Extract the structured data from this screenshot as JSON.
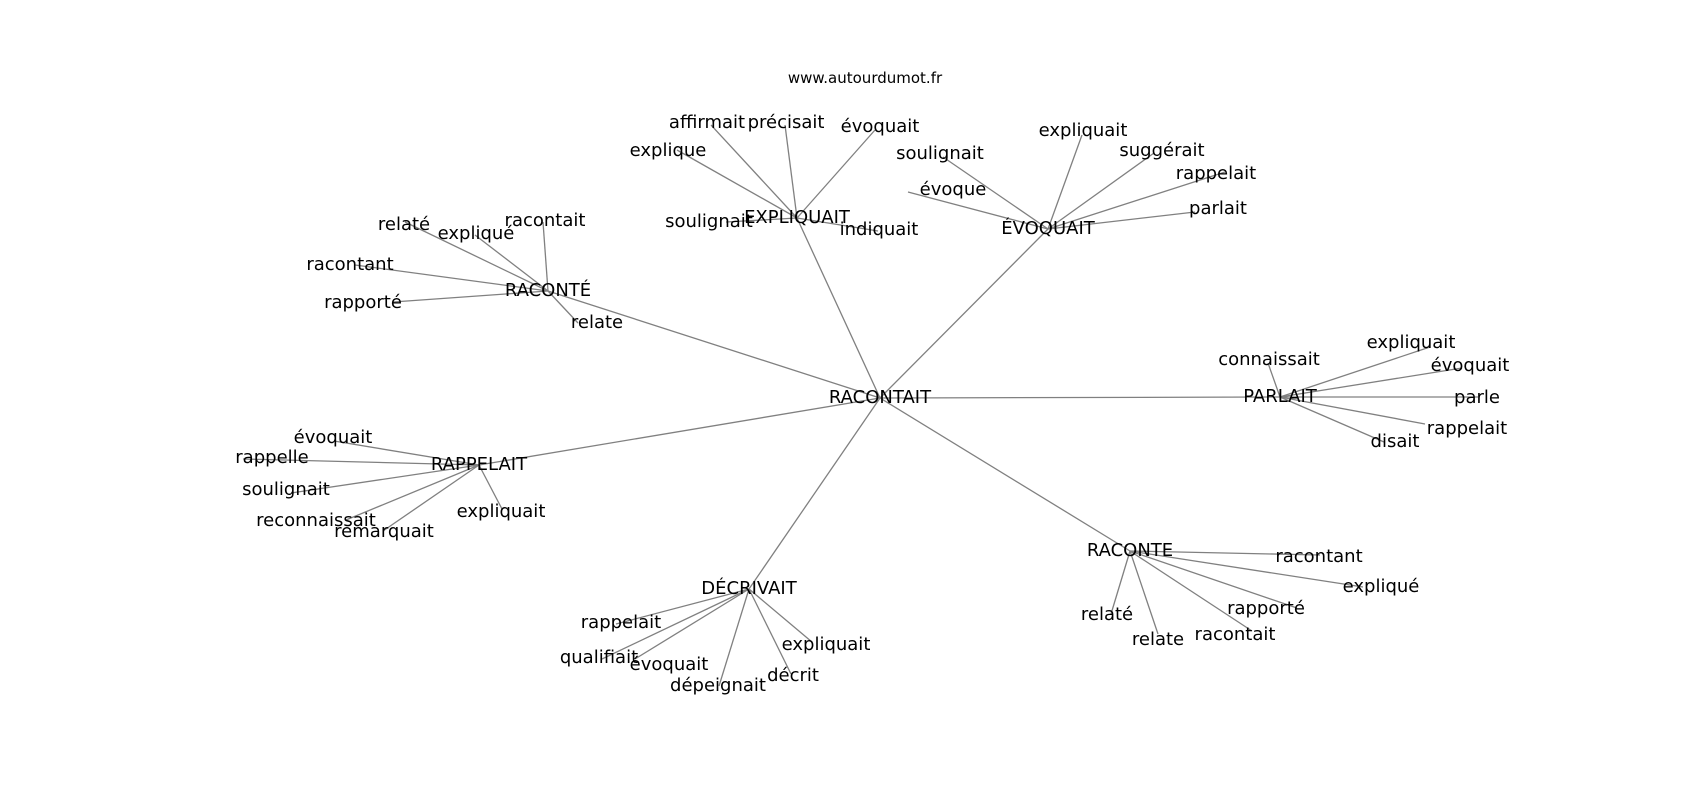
{
  "header": {
    "site_text": "www.autourdumot.fr"
  },
  "style": {
    "edge_color": "#808080",
    "text_color": "#000000",
    "background": "#ffffff"
  },
  "graph": {
    "root": {
      "label": "RACONTAIT"
    },
    "clusters": [
      {
        "label": "RACONTÉ",
        "children": [
          {
            "label": "relaté"
          },
          {
            "label": "expliqué"
          },
          {
            "label": "racontait"
          },
          {
            "label": "racontant"
          },
          {
            "label": "rapporté"
          },
          {
            "label": "relate"
          }
        ]
      },
      {
        "label": "EXPLIQUAIT",
        "children": [
          {
            "label": "affirmait"
          },
          {
            "label": "précisait"
          },
          {
            "label": "évoquait"
          },
          {
            "label": "explique"
          },
          {
            "label": "soulignait"
          },
          {
            "label": "indiquait"
          }
        ]
      },
      {
        "label": "ÉVOQUAIT",
        "children": [
          {
            "label": "expliquait"
          },
          {
            "label": "soulignait"
          },
          {
            "label": "suggérait"
          },
          {
            "label": "rappelait"
          },
          {
            "label": "évoque"
          },
          {
            "label": "parlait"
          }
        ]
      },
      {
        "label": "PARLAIT",
        "children": [
          {
            "label": "connaissait"
          },
          {
            "label": "expliquait"
          },
          {
            "label": "évoquait"
          },
          {
            "label": "parle"
          },
          {
            "label": "rappelait"
          },
          {
            "label": "disait"
          }
        ]
      },
      {
        "label": "RACONTE",
        "children": [
          {
            "label": "racontant"
          },
          {
            "label": "expliqué"
          },
          {
            "label": "rapporté"
          },
          {
            "label": "racontait"
          },
          {
            "label": "relaté"
          },
          {
            "label": "relate"
          }
        ]
      },
      {
        "label": "DÉCRIVAIT",
        "children": [
          {
            "label": "rappelait"
          },
          {
            "label": "qualifiait"
          },
          {
            "label": "évoquait"
          },
          {
            "label": "dépeignait"
          },
          {
            "label": "décrit"
          },
          {
            "label": "expliquait"
          }
        ]
      },
      {
        "label": "RAPPELAIT",
        "children": [
          {
            "label": "évoquait"
          },
          {
            "label": "rappelle"
          },
          {
            "label": "soulignait"
          },
          {
            "label": "reconnaissait"
          },
          {
            "label": "remarquait"
          },
          {
            "label": "expliquait"
          }
        ]
      }
    ]
  }
}
